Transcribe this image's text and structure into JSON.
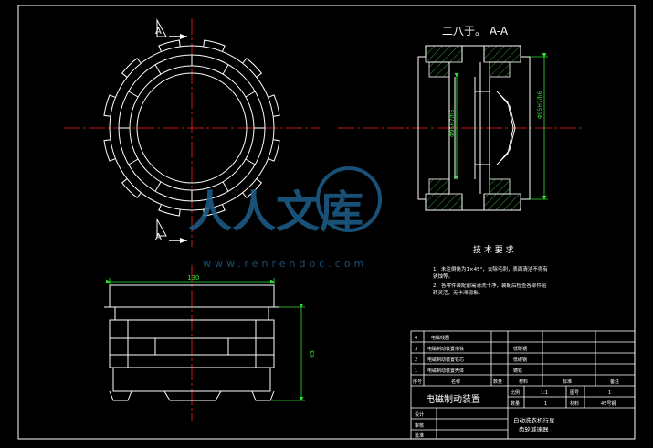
{
  "section_title": "二八于。 A-A",
  "section_marker": "A",
  "dimensions": {
    "left_bore": "Φ95H7/h6",
    "right_bore": "Φ95H7/h6",
    "width": "130",
    "height": "65"
  },
  "technical_requirements": {
    "title": "技 术 要 求",
    "items": [
      "1、未注倒角为1×45°，去除毛刺，表面清洁不得有",
      "  锈蚀等。",
      "2、各零件装配前需清洗干净，装配后检查各部件运",
      "  转灵活，无卡滞现象。"
    ]
  },
  "title_block": {
    "parts": [
      {
        "no": "4",
        "name": "电磁线圈",
        "qty": "",
        "material": "",
        "note": ""
      },
      {
        "no": "3",
        "name": "电磁制动装置衔铁",
        "qty": "",
        "material": "低碳钢",
        "note": ""
      },
      {
        "no": "2",
        "name": "电磁制动装置铁芯",
        "qty": "",
        "material": "低碳钢",
        "note": ""
      },
      {
        "no": "1",
        "name": "电磁制动装置壳体",
        "qty": "",
        "material": "铸铁",
        "note": ""
      }
    ],
    "header": {
      "no": "序号",
      "name": "名称",
      "qty": "数量",
      "material": "材料",
      "standard": "标准",
      "note": "备注"
    },
    "assembly_name": "电磁制动装置",
    "scale_label": "比例",
    "scale": "1:1",
    "sheet_label": "图号",
    "sheet": "1",
    "qty_label": "数量",
    "qty": "1",
    "material_label": "材料",
    "material": "45号钢",
    "design_label": "设计",
    "check_label": "审核",
    "approve_label": "批准",
    "project_line1": "自动洗衣机行星",
    "project_line2": "齿轮减速器"
  },
  "watermark": {
    "text": "人人文库",
    "url": "www.renrendoc.com"
  },
  "colors": {
    "background": "#000000",
    "outline": "#ffffff",
    "centerline": "#ff2020",
    "hatch": "#40c040",
    "dimension": "#30e030",
    "section_line": "#ffffff",
    "watermark": "#1e5f8c"
  }
}
